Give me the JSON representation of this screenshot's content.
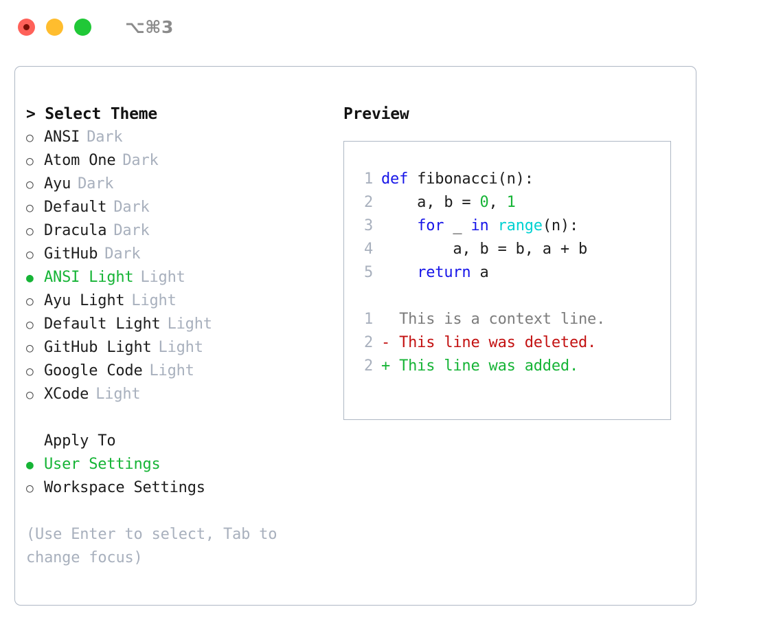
{
  "titlebar": {
    "shortcut": "⌥⌘3",
    "buttons": [
      {
        "name": "close",
        "color": "#ff6159"
      },
      {
        "name": "minimize",
        "color": "#ffbd2e"
      },
      {
        "name": "maximize",
        "color": "#20c837"
      }
    ]
  },
  "left": {
    "heading": "> Select Theme",
    "themes": [
      {
        "marker": "○",
        "label": "ANSI",
        "variant": "Dark",
        "selected": false
      },
      {
        "marker": "○",
        "label": "Atom One",
        "variant": "Dark",
        "selected": false
      },
      {
        "marker": "○",
        "label": "Ayu",
        "variant": "Dark",
        "selected": false
      },
      {
        "marker": "○",
        "label": "Default",
        "variant": "Dark",
        "selected": false
      },
      {
        "marker": "○",
        "label": "Dracula",
        "variant": "Dark",
        "selected": false
      },
      {
        "marker": "○",
        "label": "GitHub",
        "variant": "Dark",
        "selected": false
      },
      {
        "marker": "●",
        "label": "ANSI Light",
        "variant": "Light",
        "selected": true
      },
      {
        "marker": "○",
        "label": "Ayu Light",
        "variant": "Light",
        "selected": false
      },
      {
        "marker": "○",
        "label": "Default Light",
        "variant": "Light",
        "selected": false
      },
      {
        "marker": "○",
        "label": "GitHub Light",
        "variant": "Light",
        "selected": false
      },
      {
        "marker": "○",
        "label": "Google Code",
        "variant": "Light",
        "selected": false
      },
      {
        "marker": "○",
        "label": "XCode",
        "variant": "Light",
        "selected": false
      }
    ],
    "apply_to_heading": "Apply To",
    "apply_to": [
      {
        "marker": "●",
        "label": "User Settings",
        "selected": true
      },
      {
        "marker": "○",
        "label": "Workspace Settings",
        "selected": false
      }
    ],
    "hint": "(Use Enter to select, Tab to change focus)"
  },
  "right": {
    "heading": "Preview",
    "code_lines": [
      {
        "no": "1",
        "segments": [
          {
            "text": "def ",
            "cls": "tok-kw"
          },
          {
            "text": "fibonacci(n):",
            "cls": "tok-pl"
          }
        ]
      },
      {
        "no": "2",
        "segments": [
          {
            "text": "    a, b = ",
            "cls": "tok-pl"
          },
          {
            "text": "0",
            "cls": "tok-num"
          },
          {
            "text": ", ",
            "cls": "tok-pl"
          },
          {
            "text": "1",
            "cls": "tok-num"
          }
        ]
      },
      {
        "no": "3",
        "segments": [
          {
            "text": "    ",
            "cls": "tok-pl"
          },
          {
            "text": "for",
            "cls": "tok-kw"
          },
          {
            "text": " _ ",
            "cls": "tok-pl"
          },
          {
            "text": "in",
            "cls": "tok-kw"
          },
          {
            "text": " ",
            "cls": "tok-pl"
          },
          {
            "text": "range",
            "cls": "tok-fn"
          },
          {
            "text": "(n):",
            "cls": "tok-pl"
          }
        ]
      },
      {
        "no": "4",
        "segments": [
          {
            "text": "        a, b = b, a + b",
            "cls": "tok-pl"
          }
        ]
      },
      {
        "no": "5",
        "segments": [
          {
            "text": "    ",
            "cls": "tok-pl"
          },
          {
            "text": "return",
            "cls": "tok-kw"
          },
          {
            "text": " a",
            "cls": "tok-pl"
          }
        ]
      }
    ],
    "diff_lines": [
      {
        "no": "1",
        "text": "  This is a context line.",
        "cls": "diff-ctx"
      },
      {
        "no": "2",
        "text": "- This line was deleted.",
        "cls": "diff-del"
      },
      {
        "no": "2",
        "text": "+ This line was added.",
        "cls": "diff-add"
      }
    ]
  }
}
